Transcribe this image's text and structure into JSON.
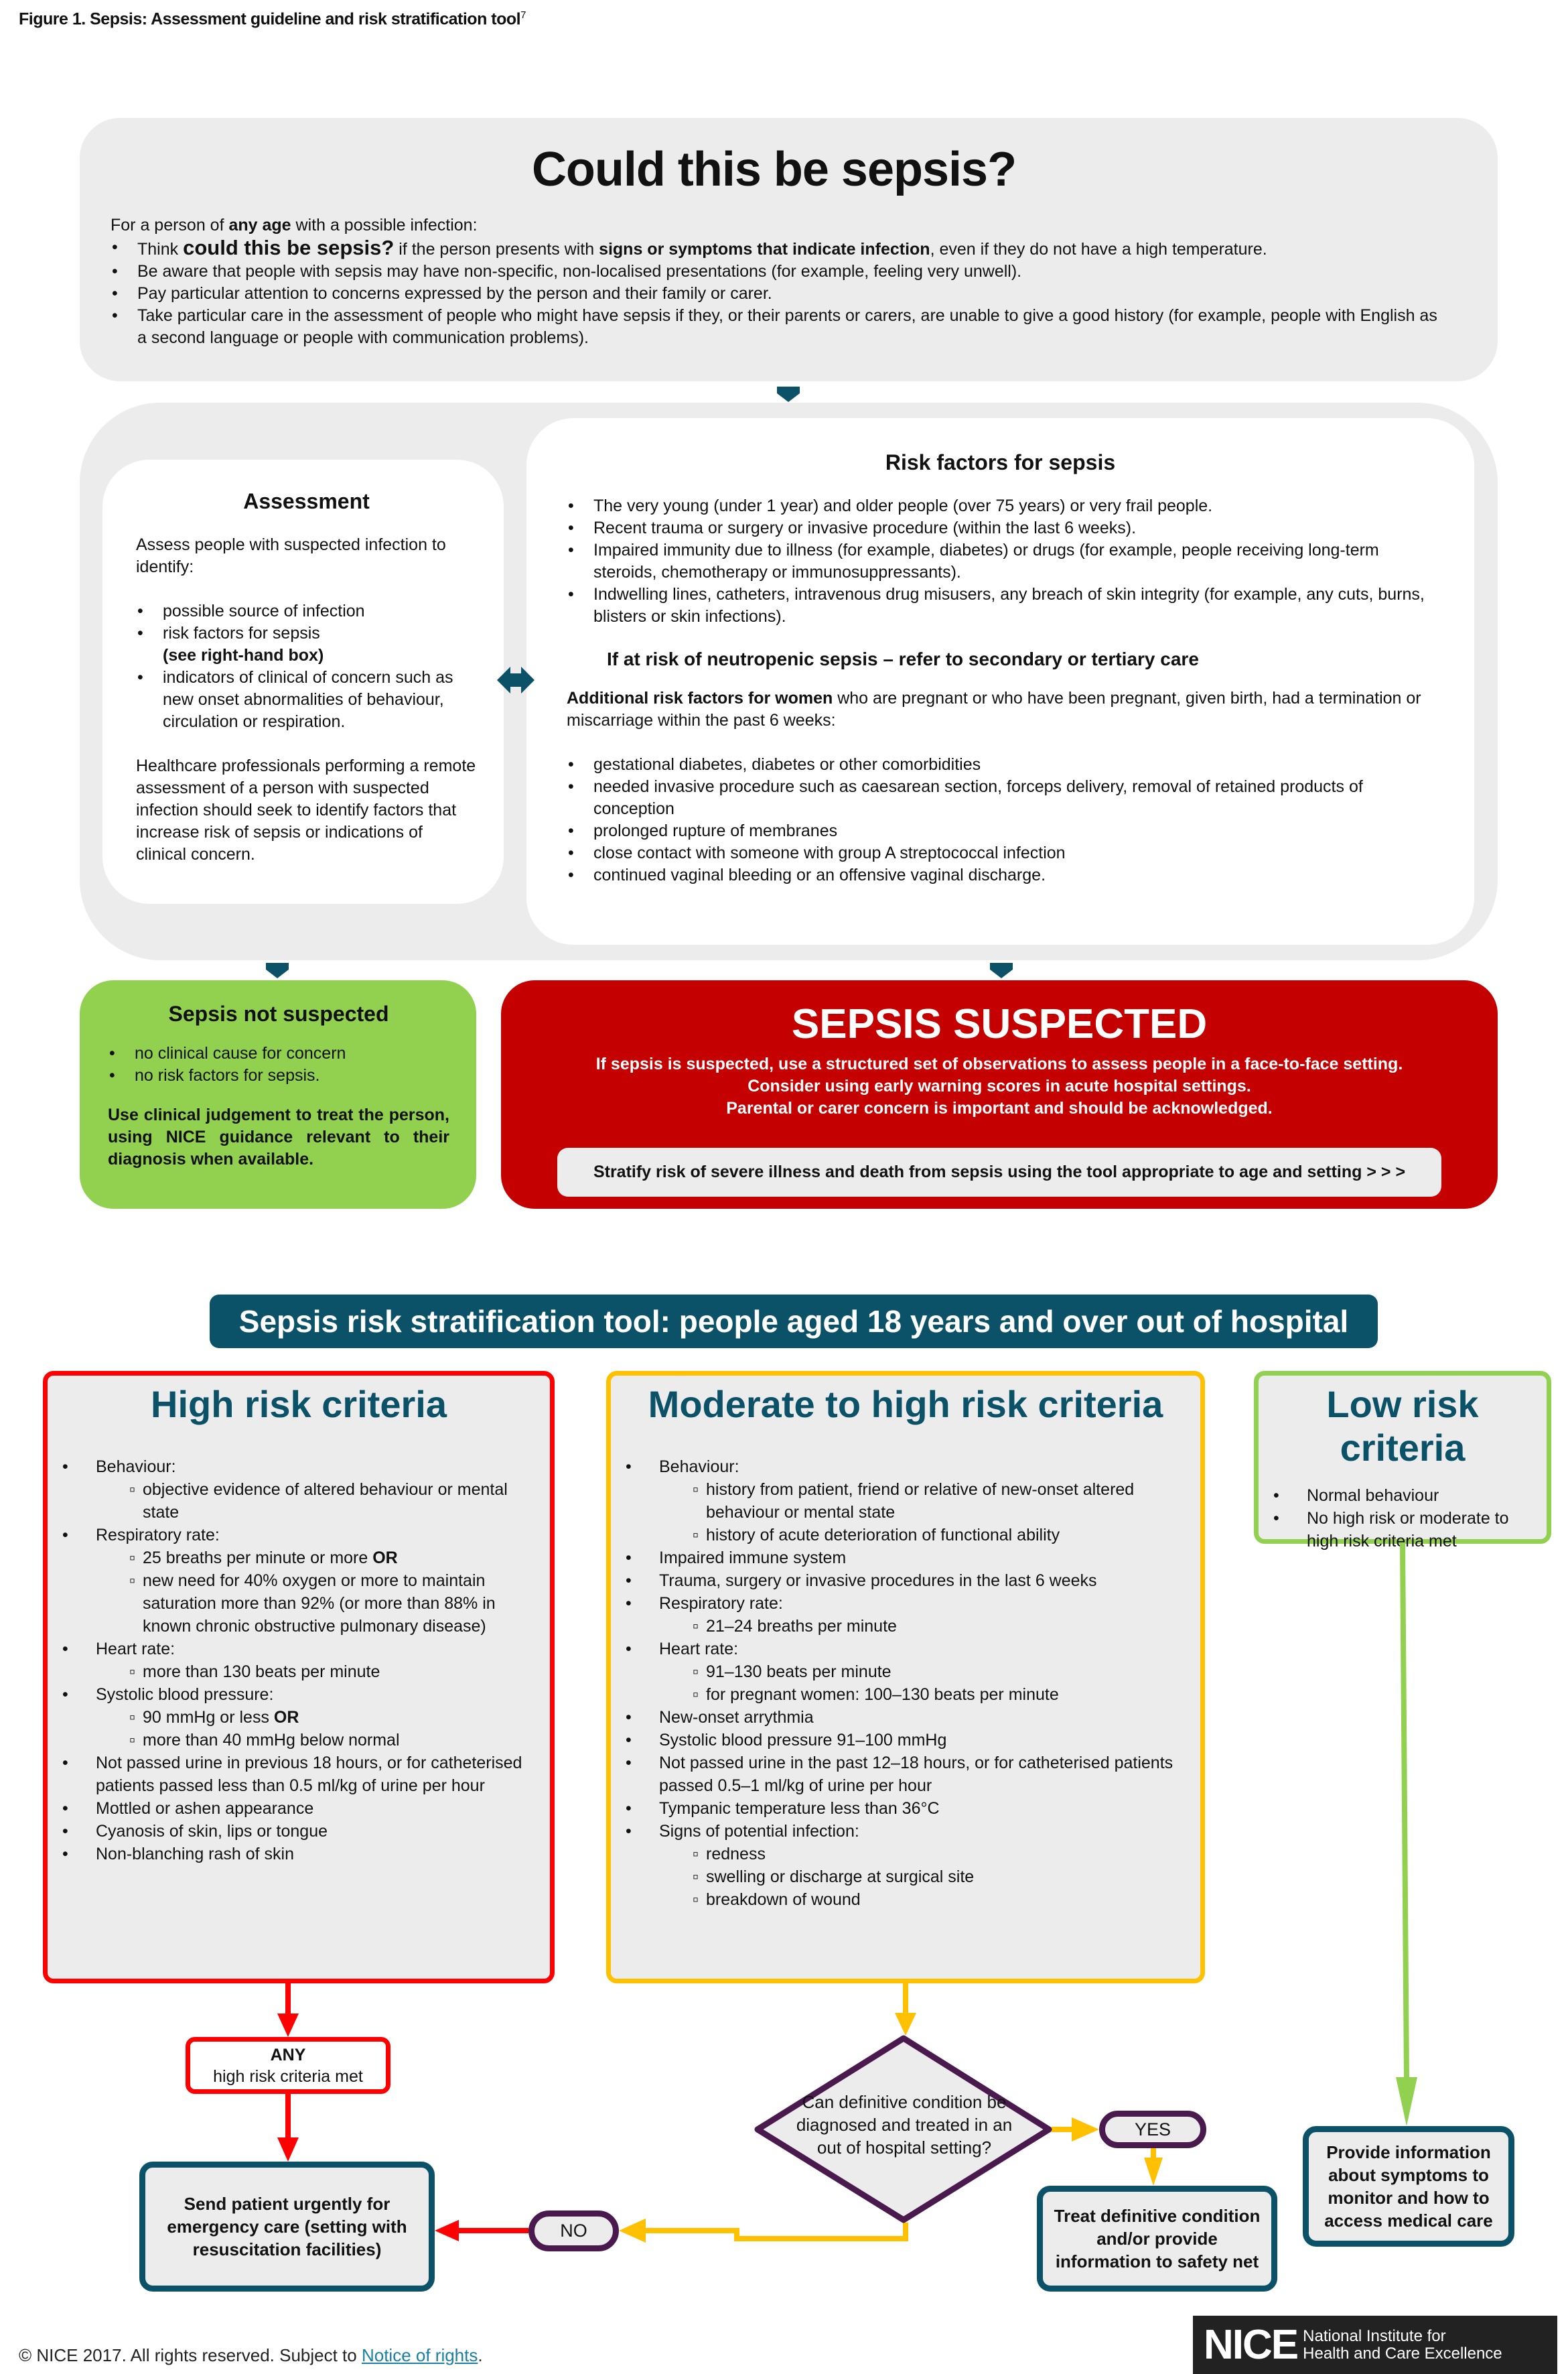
{
  "figure_title": "Figure 1. Sepsis: Assessment guideline and risk stratification tool",
  "figure_ref": "7",
  "could": {
    "title": "Could this be sepsis?",
    "intro": [
      {
        "t": "For a person of "
      },
      {
        "b": "any age"
      },
      {
        "t": " with a possible infection:"
      }
    ],
    "items": [
      {
        "s": [
          {
            "t": "Think "
          },
          {
            "big": "could this be sepsis?"
          },
          {
            "t": " if the person presents with "
          },
          {
            "b": "signs or symptoms that indicate infection"
          },
          {
            "t": ", even if they do not have a high temperature."
          }
        ]
      },
      {
        "s": [
          {
            "t": "Be aware that people with sepsis may have non-specific, non-localised presentations (for example, feeling very unwell)."
          }
        ]
      },
      {
        "s": [
          {
            "t": "Pay particular attention to concerns expressed by the person and their family or carer."
          }
        ]
      },
      {
        "s": [
          {
            "t": "Take particular care in the assessment of people who might have sepsis if they, or their parents or carers, are unable to give a good history (for example, people with English as a second language or people with communication problems)."
          }
        ]
      }
    ]
  },
  "assessment": {
    "title": "Assessment",
    "intro": "Assess people with suspected infection to identify:",
    "items": [
      {
        "s": [
          {
            "t": "possible source of infection"
          }
        ]
      },
      {
        "s": [
          {
            "t": "risk factors for sepsis"
          },
          {
            "br": ""
          },
          {
            "b": "(see right-hand box)"
          }
        ]
      },
      {
        "s": [
          {
            "t": "indicators of clinical of concern such as new onset abnormalities of behaviour, circulation or respiration."
          }
        ]
      }
    ],
    "remote": "Healthcare professionals performing a remote assessment of a person with suspected infection should seek to identify factors that increase risk of sepsis or indications of clinical concern."
  },
  "risk_factors": {
    "title": "Risk factors for sepsis",
    "items": [
      {
        "s": [
          {
            "t": "The very young (under 1 year) and older people (over 75 years) or very frail people."
          }
        ]
      },
      {
        "s": [
          {
            "t": "Recent trauma or surgery or invasive procedure (within the last 6 weeks)."
          }
        ]
      },
      {
        "s": [
          {
            "t": "Impaired immunity due to illness (for example, diabetes) or drugs (for example, people receiving long-term steroids, chemotherapy or immunosuppressants)."
          }
        ]
      },
      {
        "s": [
          {
            "t": "Indwelling lines, catheters, intravenous drug misusers, any breach of skin integrity (for example, any cuts, burns, blisters or skin infections)."
          }
        ]
      }
    ],
    "neutropenic": "If at risk of neutropenic sepsis – refer to secondary or tertiary care",
    "women_intro": [
      {
        "b": "Additional risk factors for women"
      },
      {
        "t": " who are pregnant or who have been pregnant, given birth, had a termination or miscarriage within the past 6 weeks:"
      }
    ],
    "women_items": [
      {
        "s": [
          {
            "t": "gestational diabetes, diabetes or other comorbidities"
          }
        ]
      },
      {
        "s": [
          {
            "t": "needed invasive procedure such as caesarean section, forceps delivery, removal of retained products of conception"
          }
        ]
      },
      {
        "s": [
          {
            "t": "prolonged rupture of membranes"
          }
        ]
      },
      {
        "s": [
          {
            "t": "close contact with someone with group A streptococcal infection"
          }
        ]
      },
      {
        "s": [
          {
            "t": "continued vaginal bleeding or an offensive vaginal discharge."
          }
        ]
      }
    ]
  },
  "not_suspected": {
    "title": "Sepsis not suspected",
    "items": [
      {
        "s": [
          {
            "t": "no clinical cause for concern"
          }
        ]
      },
      {
        "s": [
          {
            "t": "no risk factors for sepsis."
          }
        ]
      }
    ],
    "note": "Use clinical judgement to treat the person, using NICE guidance relevant to their diagnosis when available."
  },
  "suspected": {
    "title": "SEPSIS SUSPECTED",
    "lines": [
      "If sepsis is suspected, use a structured set of observations to assess people in a face-to-face setting.",
      "Consider using early warning scores in acute hospital settings.",
      "Parental or carer concern is important and should be acknowledged."
    ],
    "stratify_label": "Stratify risk of severe illness and death from sepsis using the tool appropriate to age and setting > > >"
  },
  "tool_banner": "Sepsis risk stratification tool: people aged 18 years and over out of hospital",
  "high": {
    "title": "High risk criteria",
    "items": [
      {
        "s": [
          {
            "t": "Behaviour:"
          }
        ],
        "sub": [
          {
            "s": [
              {
                "t": "objective evidence of altered behaviour or mental state"
              }
            ]
          }
        ]
      },
      {
        "s": [
          {
            "t": "Respiratory rate:"
          }
        ],
        "sub": [
          {
            "s": [
              {
                "t": "25 breaths per minute or more "
              },
              {
                "b": "OR"
              }
            ]
          },
          {
            "s": [
              {
                "t": "new need for 40% oxygen or more to maintain saturation more than 92% (or more than 88% in known chronic obstructive pulmonary disease)"
              }
            ]
          }
        ]
      },
      {
        "s": [
          {
            "t": "Heart rate:"
          }
        ],
        "sub": [
          {
            "s": [
              {
                "t": "more than 130 beats per minute"
              }
            ]
          }
        ]
      },
      {
        "s": [
          {
            "t": "Systolic blood pressure:"
          }
        ],
        "sub": [
          {
            "s": [
              {
                "t": "90 mmHg or less "
              },
              {
                "b": "OR"
              }
            ]
          },
          {
            "s": [
              {
                "t": "more than 40 mmHg below normal"
              }
            ]
          }
        ]
      },
      {
        "s": [
          {
            "t": "Not passed urine in previous 18 hours, or for catheterised patients passed less than 0.5 ml/kg of urine per hour"
          }
        ]
      },
      {
        "s": [
          {
            "t": "Mottled or ashen appearance"
          }
        ]
      },
      {
        "s": [
          {
            "t": "Cyanosis of skin, lips or tongue"
          }
        ]
      },
      {
        "s": [
          {
            "t": "Non-blanching rash of skin"
          }
        ]
      }
    ]
  },
  "moderate": {
    "title": "Moderate to high risk criteria",
    "items": [
      {
        "s": [
          {
            "t": "Behaviour:"
          }
        ],
        "sub": [
          {
            "s": [
              {
                "t": "history from patient, friend or relative of new-onset altered behaviour or mental state"
              }
            ]
          },
          {
            "s": [
              {
                "t": "history of acute deterioration of functional ability"
              }
            ]
          }
        ]
      },
      {
        "s": [
          {
            "t": "Impaired immune system"
          }
        ]
      },
      {
        "s": [
          {
            "t": "Trauma, surgery or invasive procedures in the last 6 weeks"
          }
        ]
      },
      {
        "s": [
          {
            "t": "Respiratory rate:"
          }
        ],
        "sub": [
          {
            "s": [
              {
                "t": "21–24 breaths per minute"
              }
            ]
          }
        ]
      },
      {
        "s": [
          {
            "t": "Heart rate:"
          }
        ],
        "sub": [
          {
            "s": [
              {
                "t": "91–130 beats per minute"
              }
            ]
          },
          {
            "s": [
              {
                "t": "for pregnant women: 100–130 beats per minute"
              }
            ]
          }
        ]
      },
      {
        "s": [
          {
            "t": "New-onset arrythmia"
          }
        ]
      },
      {
        "s": [
          {
            "t": "Systolic blood pressure 91–100 mmHg"
          }
        ]
      },
      {
        "s": [
          {
            "t": "Not passed urine in the past 12–18 hours, or for catheterised patients passed 0.5–1 ml/kg of urine per hour"
          }
        ]
      },
      {
        "s": [
          {
            "t": "Tympanic temperature less than 36°C"
          }
        ]
      },
      {
        "s": [
          {
            "t": "Signs of potential infection:"
          }
        ],
        "sub": [
          {
            "s": [
              {
                "t": "redness"
              }
            ]
          },
          {
            "s": [
              {
                "t": "swelling or discharge at surgical site"
              }
            ]
          },
          {
            "s": [
              {
                "t": "breakdown of wound"
              }
            ]
          }
        ]
      }
    ]
  },
  "low": {
    "title": "Low risk criteria",
    "items": [
      {
        "s": [
          {
            "t": "Normal behaviour"
          }
        ]
      },
      {
        "s": [
          {
            "t": "No high risk or moderate to high risk criteria met"
          }
        ]
      }
    ]
  },
  "flow": {
    "any_bold": "ANY",
    "any_text": "high risk criteria met",
    "send": "Send patient urgently for emergency care (setting with resuscitation facilities)",
    "no": "NO",
    "question": "Can definitive condition be diagnosed and treated in an out of hospital setting?",
    "yes": "YES",
    "treat": "Treat definitive condition and/or provide information to safety net",
    "provide": "Provide information about symptoms to monitor and how to access medical care"
  },
  "logo": {
    "mark": "NICE",
    "name_line1": "National Institute for",
    "name_line2": "Health and Care Excellence"
  },
  "footer": {
    "text": "© NICE 2017. All rights reserved. Subject to ",
    "link": "Notice of rights",
    "end": "."
  },
  "colors": {
    "teal": "#0b5269",
    "red": "#c40000",
    "bright_red": "#ff0000",
    "green": "#92d050",
    "amber": "#ffc000",
    "purple": "#4a1a4f",
    "grey": "#ececec"
  }
}
